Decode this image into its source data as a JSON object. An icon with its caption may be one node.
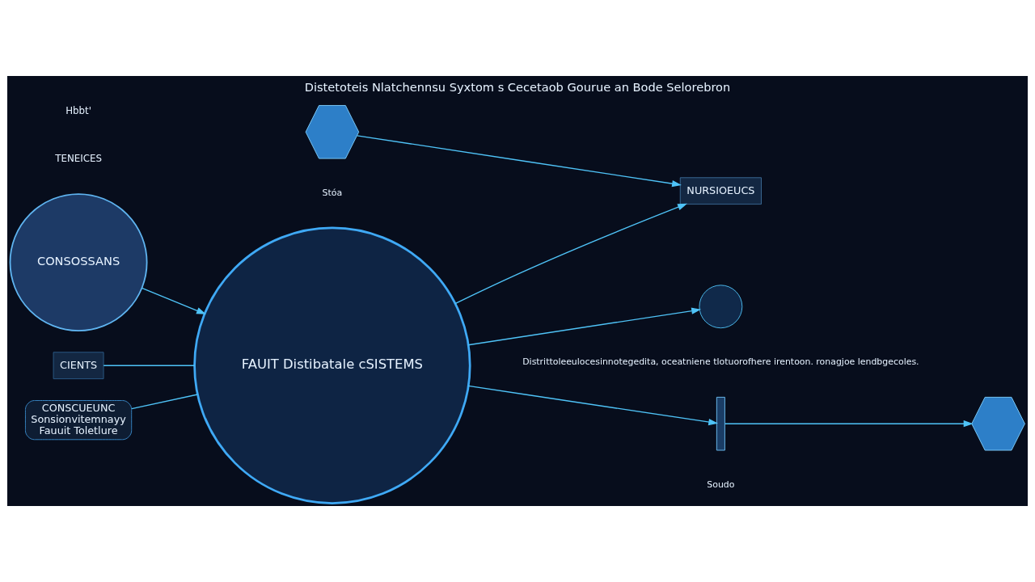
{
  "diagram": {
    "title": "Distetoteis Nlatchennsu Syxtom s Cecetaob Gourue an Bode Selorebron",
    "nodes": [
      {
        "text": [
          "FAUIT Distibatale cSISTEMS"
        ]
      },
      {
        "text": [
          "CONSOSSANS"
        ]
      },
      {
        "text": [
          "CIENTS"
        ]
      },
      {
        "text": [
          "NURSIOEUCS"
        ]
      },
      {
        "text": [],
        "shape": "picture",
        "beside": [
          "Stóa"
        ]
      },
      {
        "text": [],
        "shape": "circle",
        "beside": [
          "Distrittoleeulocesinnotegedita, oceatniene tlotuorofhere irentoon. ronagjoe lendbgecoles."
        ]
      },
      {
        "text": [],
        "shape": "bar",
        "beside": [
          "Soudo"
        ]
      },
      {
        "text": [],
        "shape": "picture"
      },
      {
        "text": [
          "CONSCUEUNC",
          "Sonsionvitemnayy",
          "Fauuit Toletlure"
        ]
      }
    ],
    "edges": [
      {
        "from": 1,
        "to": 0,
        "arrow": "to"
      },
      {
        "from": 2,
        "to": 0,
        "arrow": "none"
      },
      {
        "from": 0,
        "to": 3,
        "arrow": "to"
      },
      {
        "from": 4,
        "to": 3,
        "arrow": "to"
      },
      {
        "from": 0,
        "to": 5,
        "arrow": "to"
      },
      {
        "from": 0,
        "to": 6,
        "arrow": "to"
      },
      {
        "from": 6,
        "to": 7,
        "arrow": "to"
      },
      {
        "from": 8,
        "to": 0,
        "arrow": "none"
      }
    ],
    "labels": [
      "TENEICES",
      "Hbbt'"
    ]
  }
}
